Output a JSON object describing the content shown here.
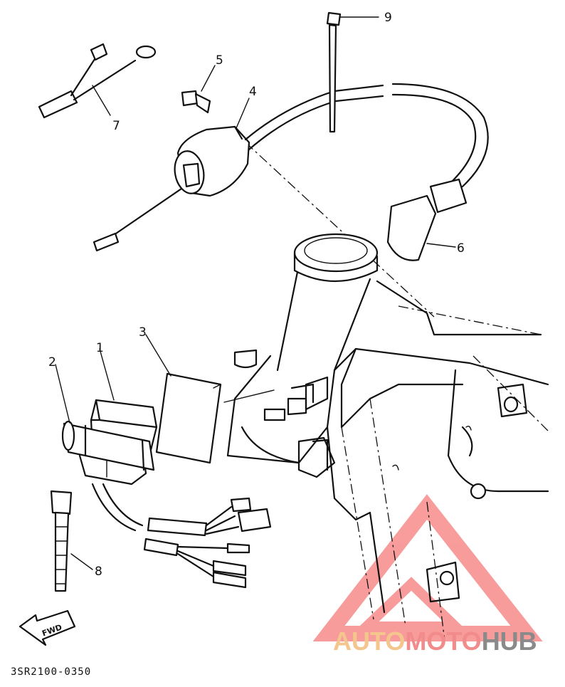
{
  "callouts": [
    {
      "label": "1"
    },
    {
      "label": "2"
    },
    {
      "label": "3"
    },
    {
      "label": "4"
    },
    {
      "label": "5"
    },
    {
      "label": "6"
    },
    {
      "label": "7"
    },
    {
      "label": "8"
    },
    {
      "label": "9"
    }
  ],
  "direction_arrow": {
    "label": "FWD"
  },
  "part_code": "3SR2100-0350",
  "watermark": {
    "parts": [
      {
        "text": "AUTO",
        "color": "#f5c58e"
      },
      {
        "text": "MOTO",
        "color": "#f28b8b"
      },
      {
        "text": "HUB",
        "color": "#8a8a8a"
      }
    ],
    "logo_color": "#f24a4a"
  }
}
